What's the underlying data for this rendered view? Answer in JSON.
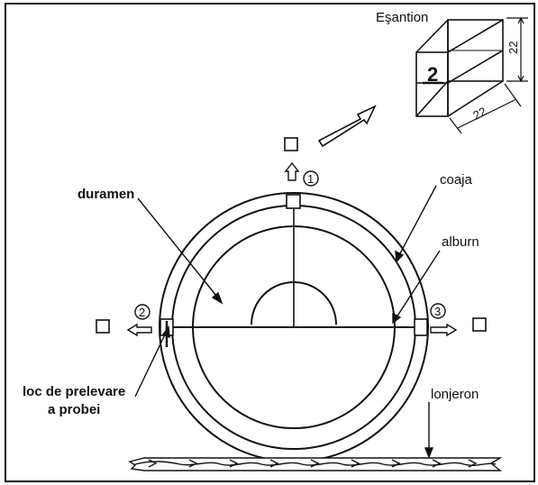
{
  "labels": {
    "sample": "Eşantion",
    "dim_height": "22",
    "dim_width": "22",
    "heartwood": "duramen",
    "bark": "coaja",
    "sapwood": "alburn",
    "sampling_place_line1": "loc de prelevare",
    "sampling_place_line2": "a probei",
    "beam": "lonjeron"
  },
  "markers": {
    "one": "1",
    "two": "2",
    "three": "3"
  },
  "icons": {
    "sample-square": "square-outline",
    "direction-arrow": "outline-arrow"
  }
}
